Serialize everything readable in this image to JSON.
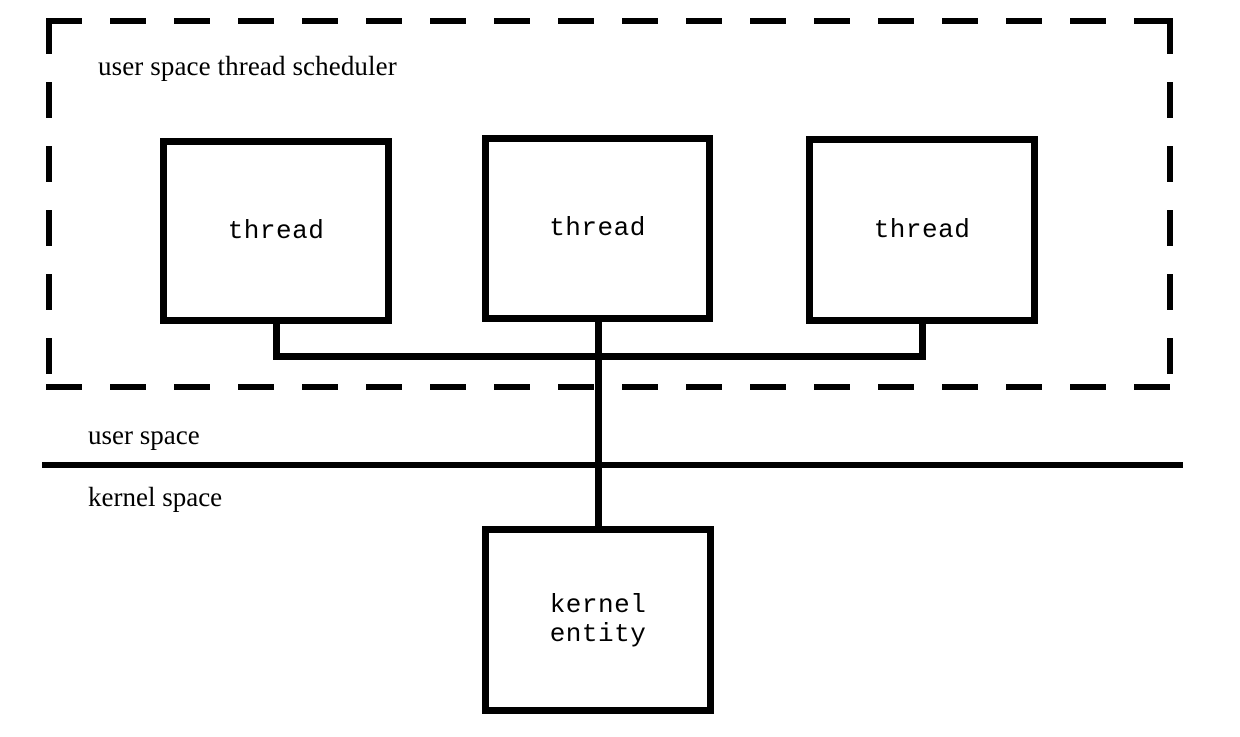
{
  "diagram": {
    "title": "user space thread scheduler",
    "regions": {
      "user_space_label": "user space",
      "kernel_space_label": "kernel space"
    },
    "threads": [
      {
        "label": "thread"
      },
      {
        "label": "thread"
      },
      {
        "label": "thread"
      }
    ],
    "kernel_entity": {
      "label": "kernel\nentity"
    },
    "colors": {
      "stroke": "#000000",
      "background": "#ffffff"
    }
  }
}
